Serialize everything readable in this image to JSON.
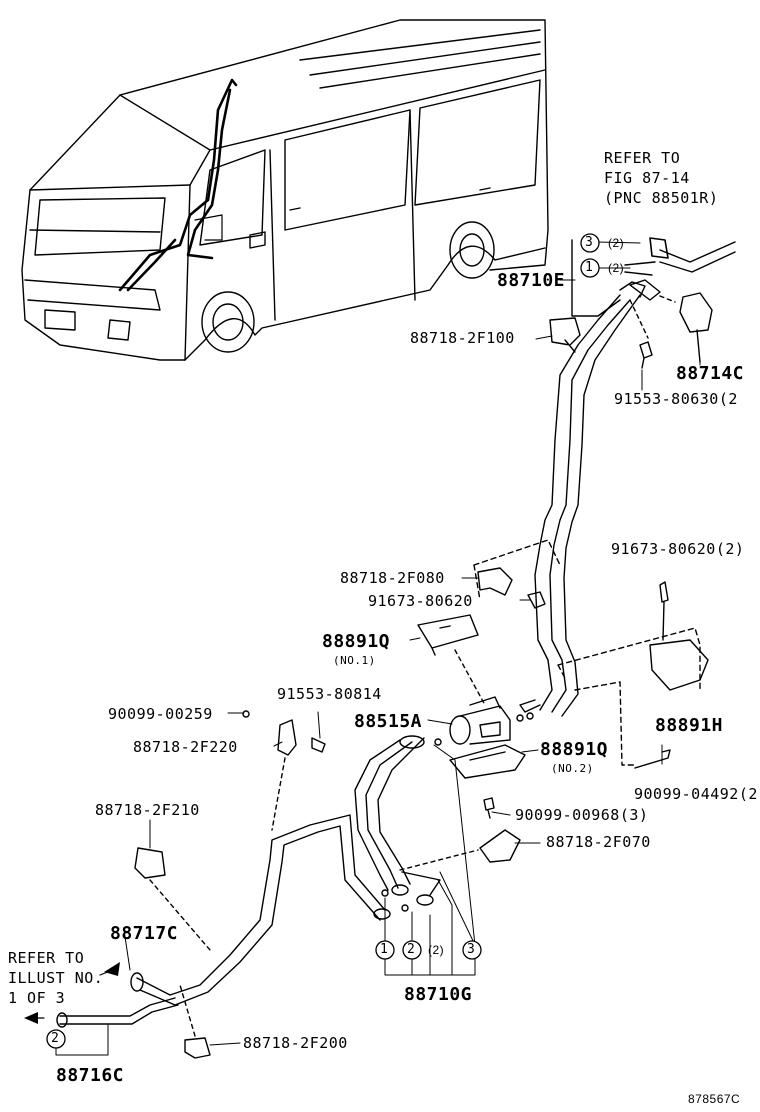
{
  "refer_top": [
    "REFER TO",
    "FIG 87-14",
    "(PNC 88501R)"
  ],
  "refer_left": [
    "REFER TO",
    "ILLUST NO.",
    "1 OF 3"
  ],
  "callout_numbers": {
    "one": "1",
    "two": "2",
    "three": "3"
  },
  "qty_note": "(2)",
  "parts": {
    "p88710E": "88710E",
    "p88718_2F100": "88718-2F100",
    "p88714C": "88714C",
    "p91553_80630": "91553-80630(2",
    "p91673_80620_2": "91673-80620(2)",
    "p88718_2F080": "88718-2F080",
    "p91673_80620": "91673-80620",
    "p88891Q_1": "88891Q",
    "no1": "(NO.1)",
    "p90099_00259": "90099-00259",
    "p91553_80814": "91553-80814",
    "p88515A": "88515A",
    "p88891H": "88891H",
    "p88718_2F220": "88718-2F220",
    "p88891Q_2": "88891Q",
    "no2": "(NO.2)",
    "p90099_04492": "90099-04492(2",
    "p90099_00968": "90099-00968(3)",
    "p88718_2F210": "88718-2F210",
    "p88718_2F070": "88718-2F070",
    "p88717C": "88717C",
    "p88710G": "88710G",
    "p88718_2F200": "88718-2F200",
    "p88716C": "88716C"
  },
  "figure_id": "878567C"
}
